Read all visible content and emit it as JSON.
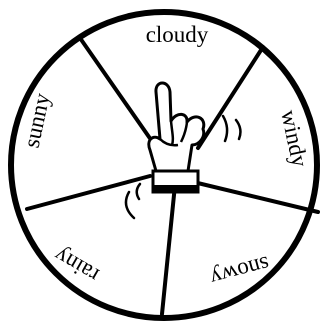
{
  "wheel": {
    "segments": [
      {
        "label": "cloudy"
      },
      {
        "label": "windy"
      },
      {
        "label": "snowy"
      },
      {
        "label": "rainy"
      },
      {
        "label": "sunny"
      }
    ]
  },
  "pointer": {
    "icon": "pointing-hand-icon"
  },
  "colors": {
    "outline": "#000000",
    "background": "#ffffff"
  }
}
